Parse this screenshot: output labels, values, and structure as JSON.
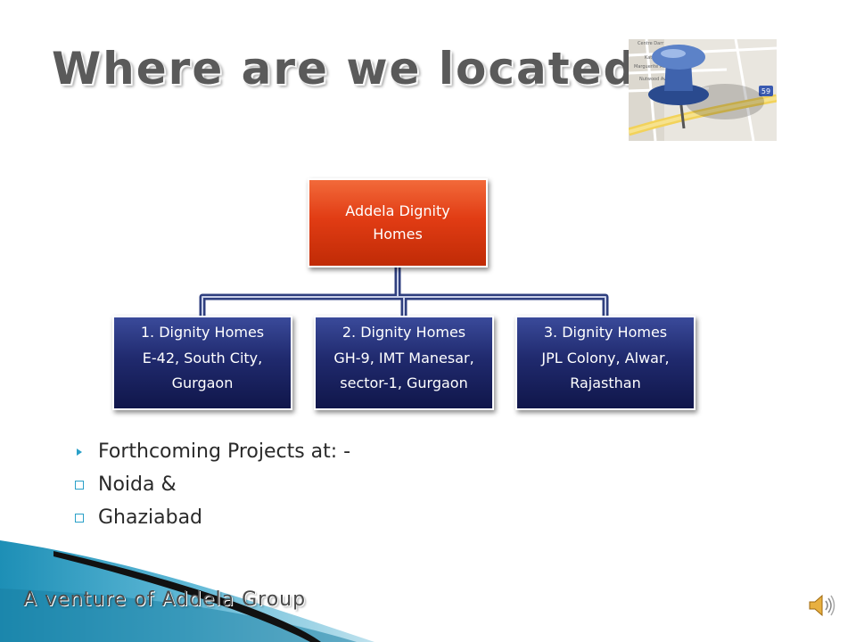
{
  "slide": {
    "title": "Where are we located?",
    "footer": "A venture of Addela Group"
  },
  "org_chart": {
    "root": {
      "label": "Addela Dignity Homes"
    },
    "children": [
      {
        "name": "1. Dignity Homes",
        "address": "E-42, South City, Gurgaon"
      },
      {
        "name": "2. Dignity Homes",
        "address": "GH-9, IMT Manesar, sector-1, Gurgaon"
      },
      {
        "name": "3. Dignity Homes",
        "address": "JPL Colony, Alwar, Rajasthan"
      }
    ]
  },
  "bullets": [
    {
      "text": "Forthcoming Projects at: -",
      "marker": "triangle"
    },
    {
      "text": "Noida &",
      "marker": "square"
    },
    {
      "text": "Ghaziabad",
      "marker": "square"
    }
  ],
  "map_thumbnail": {
    "street_labels": [
      "Centre Darr",
      "Kathryn Ave",
      "Marguerite Ave",
      "Nutwood Ave"
    ],
    "route_badge": "59",
    "icon": "push-pin-icon"
  },
  "colors": {
    "root_box": "#e13c14",
    "child_box": "#202a6e",
    "connector": "#2f3f7f",
    "bullet_marker": "#2aa0c8",
    "title": "#5a5a5a"
  },
  "icons": {
    "speaker": "speaker-icon"
  }
}
